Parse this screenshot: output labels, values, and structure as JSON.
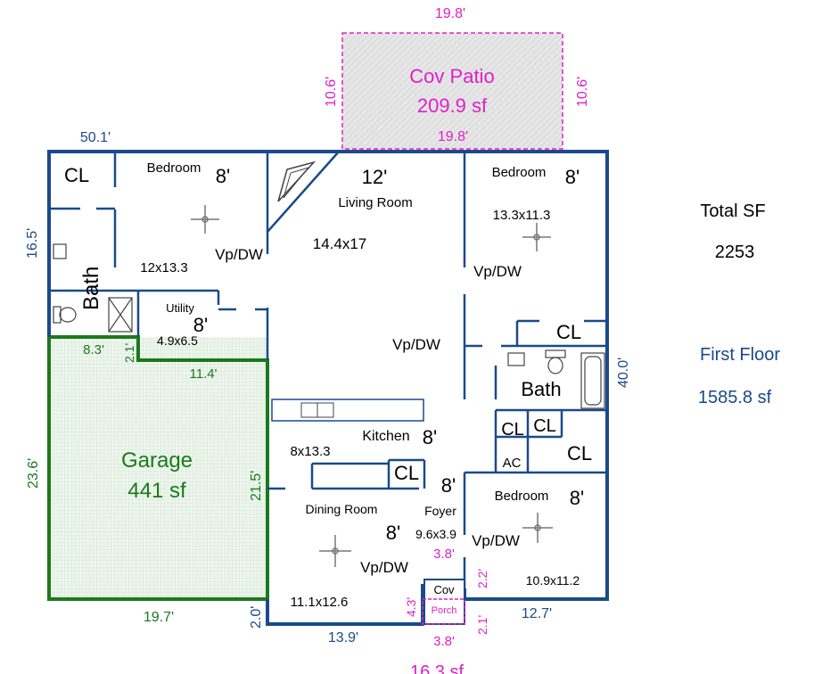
{
  "colors": {
    "wall": "#1a4a8a",
    "garage": "#1a7a1a",
    "porch": "#e020c8",
    "text": "#000000",
    "patio_fill": "#e0e0e0",
    "garage_fill": "#e8f3e8"
  },
  "patio": {
    "title": "Cov Patio",
    "area": "209.9 sf",
    "dim_top": "19.8'",
    "dim_bottom": "19.8'",
    "dim_left": "10.6'",
    "dim_right": "10.6'"
  },
  "exterior_dims": {
    "top": "50.1'",
    "left": "16.5'",
    "right": "40.0'",
    "bottom_left": "2.0'",
    "bottom_mid": "13.9'",
    "bottom_right": "12.7'",
    "garage_left": "23.6'",
    "garage_bottom": "19.7'",
    "garage_top_left": "8.3'",
    "garage_top_right": "11.4'",
    "garage_right": "21.5'",
    "garage_small": "2.1'"
  },
  "porch": {
    "label_top": "Cov",
    "label_bottom": "Porch",
    "dim_top": "3.8'",
    "dim_bottom": "3.8'",
    "dim_left": "4.3'",
    "dim_right_top": "2.2'",
    "dim_right_bottom": "2.1'",
    "total_partial": "16.3 sf"
  },
  "summary": {
    "total_label": "Total SF",
    "total_value": "2253",
    "floor_label": "First Floor",
    "floor_area": "1585.8 sf"
  },
  "rooms": {
    "cl_tl": "CL",
    "bedroom_tl": "Bedroom",
    "bedroom_tl_ceiling": "8'",
    "bedroom_tl_vpdw": "Vp/DW",
    "bedroom_tl_size": "12x13.3",
    "bath_left": "Bath",
    "utility": "Utility",
    "utility_ceiling": "8'",
    "utility_size": "4.9x6.5",
    "living_ceiling": "12'",
    "living": "Living Room",
    "living_size": "14.4x17",
    "living_vpdw": "Vp/DW",
    "bedroom_tr": "Bedroom",
    "bedroom_tr_ceiling": "8'",
    "bedroom_tr_size": "13.3x11.3",
    "bedroom_tr_vpdw": "Vp/DW",
    "cl_right": "CL",
    "bath_right": "Bath",
    "cl_a": "CL",
    "cl_b": "CL",
    "cl_c": "CL",
    "ac": "AC",
    "kitchen": "Kitchen",
    "kitchen_ceiling": "8'",
    "kitchen_size": "8x13.3",
    "cl_kitchen": "CL",
    "foyer_ceiling": "8'",
    "foyer": "Foyer",
    "foyer_size": "9.6x3.9",
    "dining": "Dining Room",
    "dining_ceiling": "8'",
    "dining_vpdw": "Vp/DW",
    "dining_size": "11.1x12.6",
    "bedroom_br": "Bedroom",
    "bedroom_br_ceiling": "8'",
    "bedroom_br_vpdw": "Vp/DW",
    "bedroom_br_size": "10.9x11.2",
    "garage": "Garage",
    "garage_area": "441 sf"
  }
}
